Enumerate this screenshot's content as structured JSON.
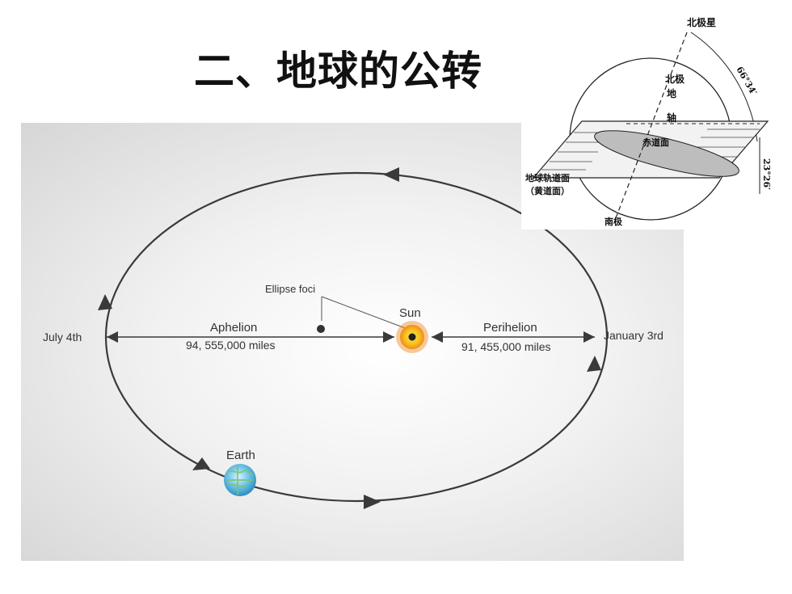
{
  "title": "二、地球的公转",
  "orbit": {
    "ellipse_foci_label": "Ellipse foci",
    "sun_label": "Sun",
    "earth_label": "Earth",
    "left_point_label": "July 4th",
    "right_point_label": "January 3rd",
    "aphelion_label": "Aphelion",
    "aphelion_distance": "94, 555,000 miles",
    "perihelion_label": "Perihelion",
    "perihelion_distance": "91, 455,000 miles"
  },
  "inset": {
    "north_star": "北极星",
    "north_pole": "北极",
    "earth_axis_1": "地",
    "earth_axis_2": "轴",
    "equator_plane": "赤道面",
    "orbit_plane": "地球轨道面",
    "ecliptic_plane": "（黄道面）",
    "south_pole": "南极",
    "angle_a": "66°34′",
    "angle_b": "23°26′"
  },
  "colors": {
    "orbit_line": "#3a3a3a",
    "sun_fill": "#f7c21a",
    "sun_glow": "#f08a1e",
    "earth_fill": "#6cc3e6",
    "title_text": "#111111"
  }
}
